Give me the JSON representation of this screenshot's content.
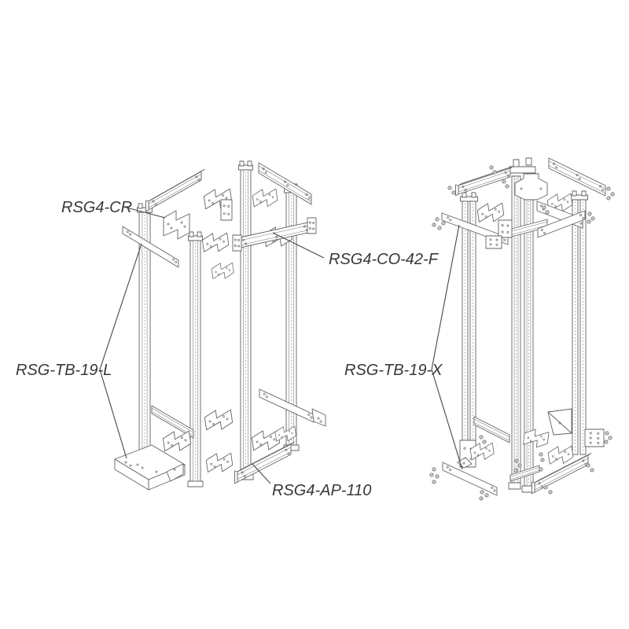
{
  "diagram": {
    "type": "exploded-parts-line-drawing",
    "background": "#ffffff",
    "line_color": "#616161",
    "label_color": "#383838",
    "labels": [
      {
        "id": "rsg4-cr",
        "text": "RSG4-CR"
      },
      {
        "id": "rsg4-co-42-f",
        "text": "RSG4-CO-42-F"
      },
      {
        "id": "rsg-tb-19-l",
        "text": "RSG-TB-19-L"
      },
      {
        "id": "rsg4-ap-110",
        "text": "RSG4-AP-110"
      },
      {
        "id": "rsg-tb-19-x",
        "text": "RSG-TB-19-X"
      }
    ],
    "assemblies": [
      {
        "id": "left",
        "description": "exploded open-frame rack assembly"
      },
      {
        "id": "right",
        "description": "exploded open-frame rack assembly with loose fasteners"
      }
    ]
  }
}
